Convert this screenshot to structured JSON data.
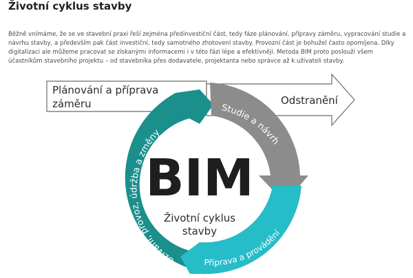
{
  "header": {
    "title": "Životní cyklus stavby"
  },
  "intro": {
    "text": "Běžně vnímáme, že se ve stavební praxi řeší zejména předinvestiční část, tedy fáze plánování, přípravy záměru, vypracování studie a návrhu stavby, a především pak část investiční, tedy samotného zhotovení stavby. Provozní část je bohužel často opomíjena. Díky digitalizaci ale můžeme pracovat se získanými informacemi i v této fázi lépe a efektivněji. Metoda BIM proto poslouží všem účastníkům stavebního projektu – od stavebníka přes dodavatele, projektanta nebo správce až k uživateli stavby."
  },
  "diagram": {
    "center_label": "BIM",
    "center_sub_line1": "Životní cyklus",
    "center_sub_line2": "stavby",
    "planning_line1": "Plánování a příprava",
    "planning_line2": "záměru",
    "removal": "Odstranění",
    "study": "Studie a návrh",
    "preparation": "Příprava a provádění",
    "usage": "Užívání, provoz, údržba a změny",
    "colors": {
      "teal_dark": "#1a8f8c",
      "teal_light": "#26bcc8",
      "gray": "#8c8c8c",
      "outline": "#6b6b6b"
    }
  }
}
